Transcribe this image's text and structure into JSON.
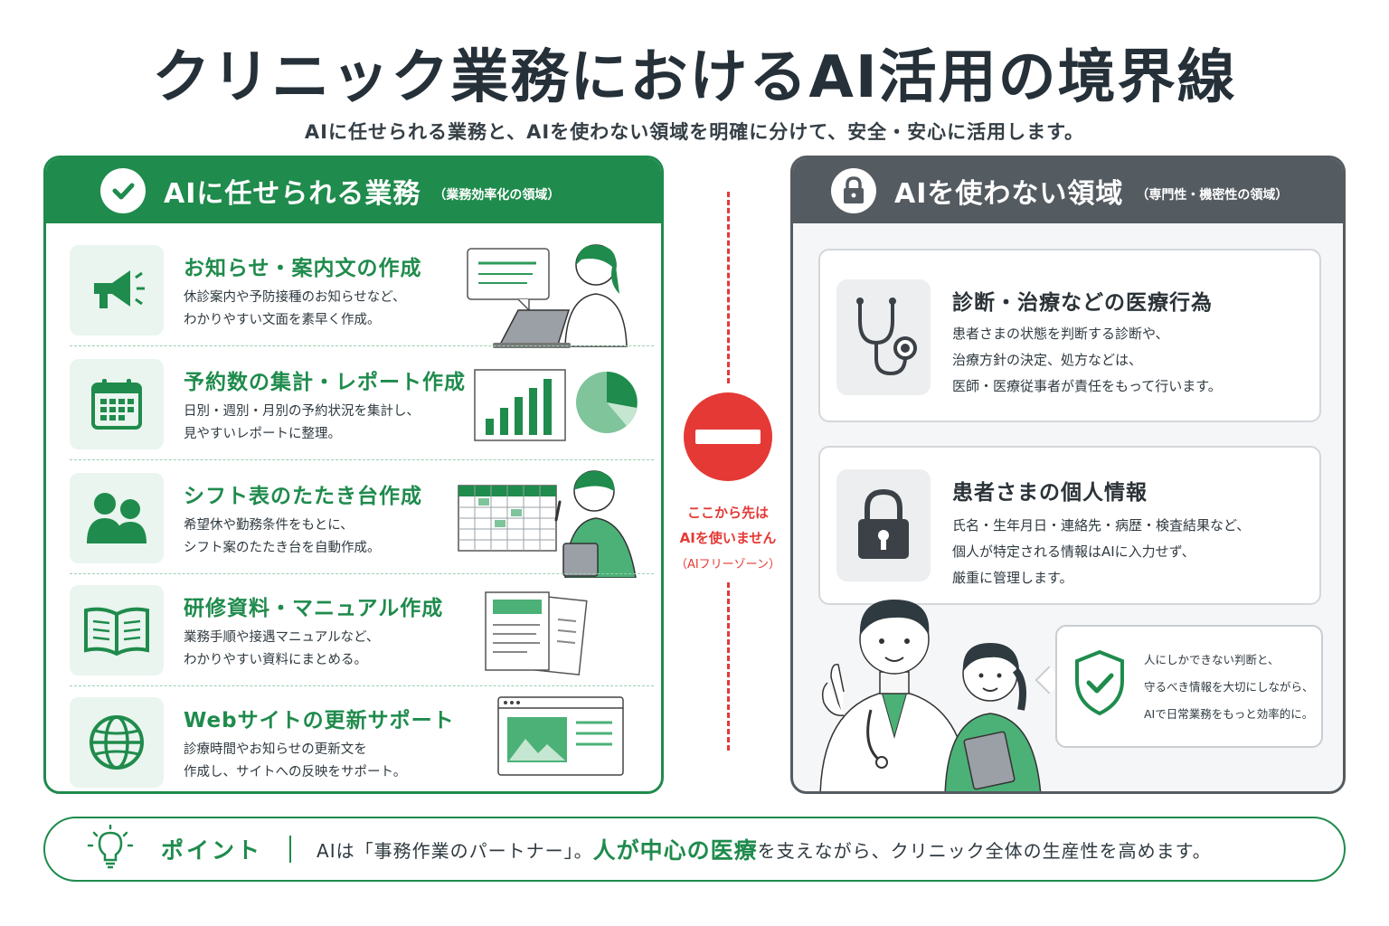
{
  "header": {
    "title": "クリニック業務におけるAI活用の境界線",
    "subtitle": "AIに任せられる業務と、AIを使わない領域を明確に分けて、安全・安心に活用します。"
  },
  "left_panel": {
    "title": "AIに任せられる業務",
    "subtitle": "（業務効率化の領域）",
    "items": [
      {
        "title": "お知らせ・案内文の作成",
        "desc1": "休診案内や予防接種のお知らせなど、",
        "desc2": "わかりやすい文面を素早く作成。",
        "icon": "megaphone-icon"
      },
      {
        "title": "予約数の集計・レポート作成",
        "desc1": "日別・週別・月別の予約状況を集計し、",
        "desc2": "見やすいレポートに整理。",
        "icon": "calendar-icon"
      },
      {
        "title": "シフト表のたたき台作成",
        "desc1": "希望休や勤務条件をもとに、",
        "desc2": "シフト案のたたき台を自動作成。",
        "icon": "people-icon"
      },
      {
        "title": "研修資料・マニュアル作成",
        "desc1": "業務手順や接遇マニュアルなど、",
        "desc2": "わかりやすい資料にまとめる。",
        "icon": "book-icon"
      },
      {
        "title": "Webサイトの更新サポート",
        "desc1": "診療時間やお知らせの更新文を",
        "desc2": "作成し、サイトへの反映をサポート。",
        "icon": "globe-icon"
      }
    ]
  },
  "center": {
    "line1": "ここから先は",
    "line2": "AIを使いません",
    "line3": "（AIフリーゾーン）",
    "icon": "no-entry-icon"
  },
  "right_panel": {
    "title": "AIを使わない領域",
    "subtitle": "（専門性・機密性の領域）",
    "cards": [
      {
        "title": "診断・治療などの医療行為",
        "desc1": "患者さまの状態を判断する診断や、",
        "desc2": "治療方針の決定、処方などは、",
        "desc3": "医師・医療従事者が責任をもって行います。",
        "icon": "stethoscope-icon"
      },
      {
        "title": "患者さまの個人情報",
        "desc1": "氏名・生年月日・連絡先・病歴・検査結果など、",
        "desc2": "個人が特定される情報はAIに入力せず、",
        "desc3": "厳重に管理します。",
        "icon": "padlock-icon"
      }
    ],
    "bubble": {
      "line1": "人にしかできない判断と、",
      "line2": "守るべき情報を大切にしながら、",
      "line3": "AIで日常業務をもっと効率的に。"
    }
  },
  "bottom": {
    "label": "ポイント",
    "text1": "AIは「事務作業のパートナー」。",
    "highlight": "人が中心の医療",
    "text2": "を支えながら、クリニック全体の生産性を高めます。"
  },
  "colors": {
    "green": "#1f8b4c",
    "gray": "#545b61",
    "red": "#e53935"
  }
}
